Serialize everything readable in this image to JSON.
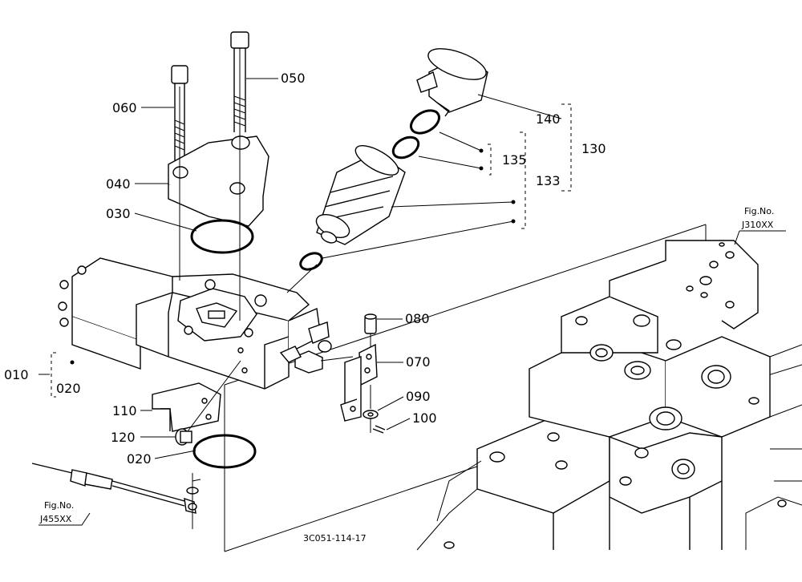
{
  "labels": {
    "p010": "010",
    "p020a": "020",
    "p020b": "020",
    "p030": "030",
    "p040": "040",
    "p050": "050",
    "p060": "060",
    "p070": "070",
    "p080": "080",
    "p090": "090",
    "p100": "100",
    "p110": "110",
    "p120": "120",
    "p130": "130",
    "p133": "133",
    "p135": "135",
    "p140": "140"
  },
  "refs": {
    "j310_line1": "Fig.No.",
    "j310_line2": "J310XX",
    "j455_line1": "Fig.No.",
    "j455_line2": "J455XX"
  },
  "drawing_code": "3C051-114-17"
}
